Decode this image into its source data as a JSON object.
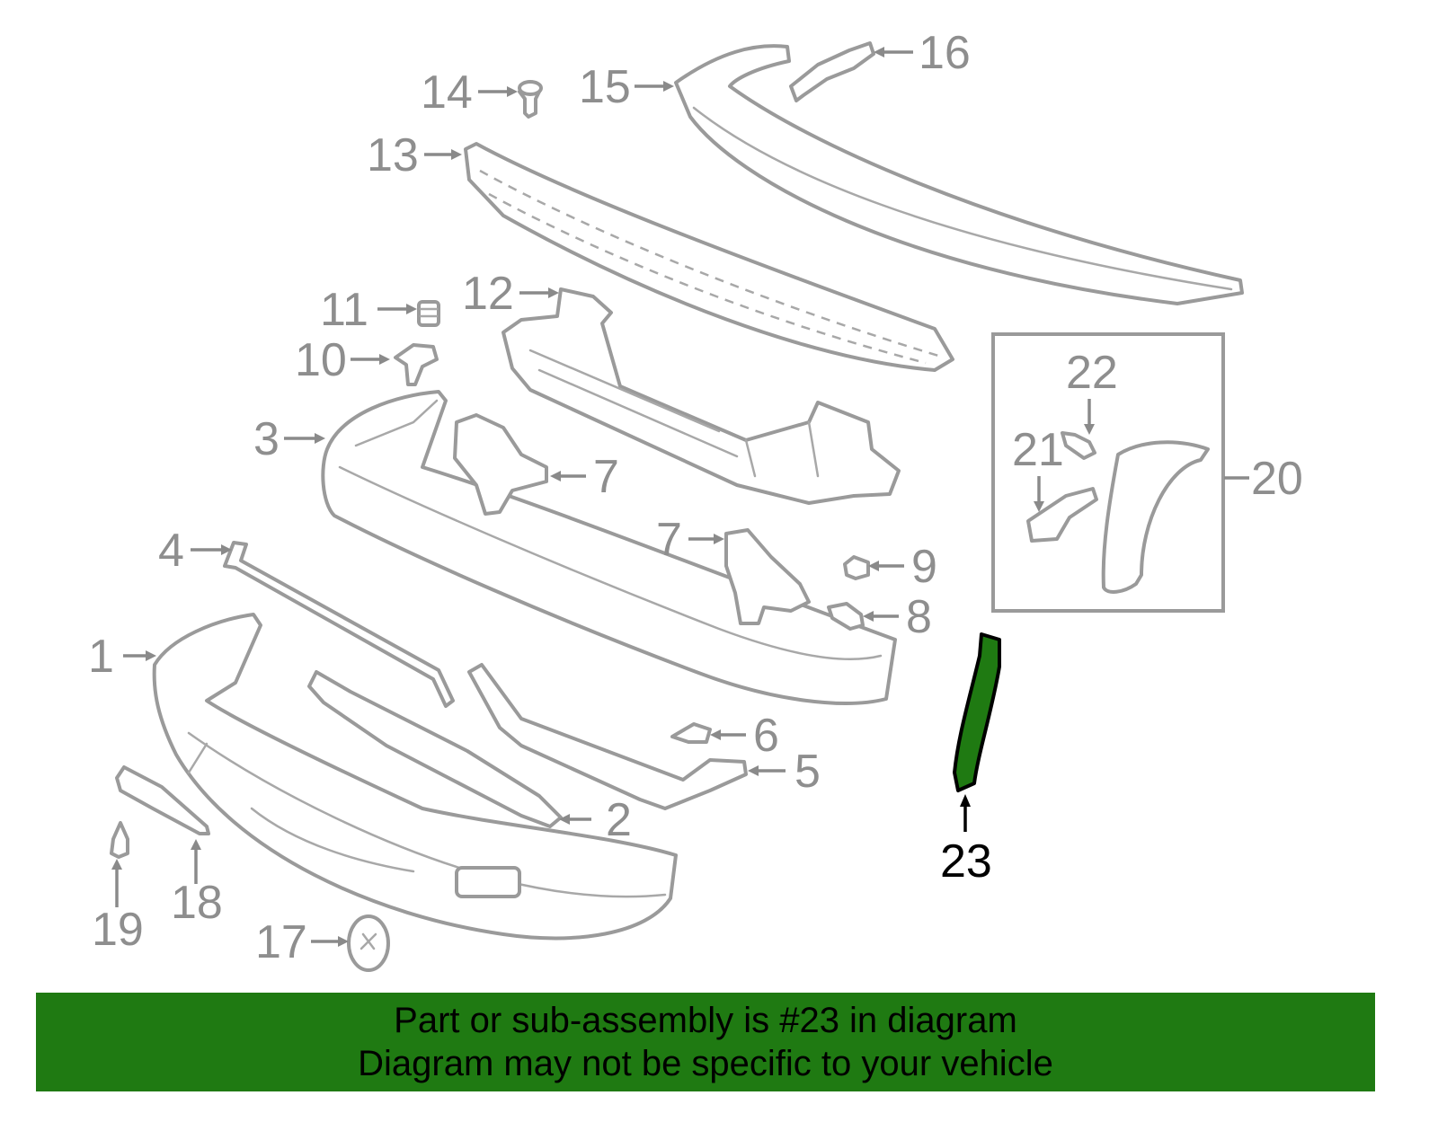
{
  "callouts": {
    "c1": "1",
    "c2": "2",
    "c3": "3",
    "c4": "4",
    "c5": "5",
    "c6": "6",
    "c7a": "7",
    "c7b": "7",
    "c8": "8",
    "c9": "9",
    "c10": "10",
    "c11": "11",
    "c12": "12",
    "c13": "13",
    "c14": "14",
    "c15": "15",
    "c16": "16",
    "c17": "17",
    "c18": "18",
    "c19": "19",
    "c20": "20",
    "c21": "21",
    "c22": "22",
    "c23": "23"
  },
  "highlighted_part": "23",
  "colors": {
    "highlight": "#1f7a12",
    "part_outline": "#9a9a9a",
    "callout_text": "#8e8e8e",
    "banner_background": "#1f7a12"
  },
  "banner": {
    "line1": "Part or sub-assembly is #23 in diagram",
    "line2": "Diagram may not be specific to your vehicle"
  }
}
